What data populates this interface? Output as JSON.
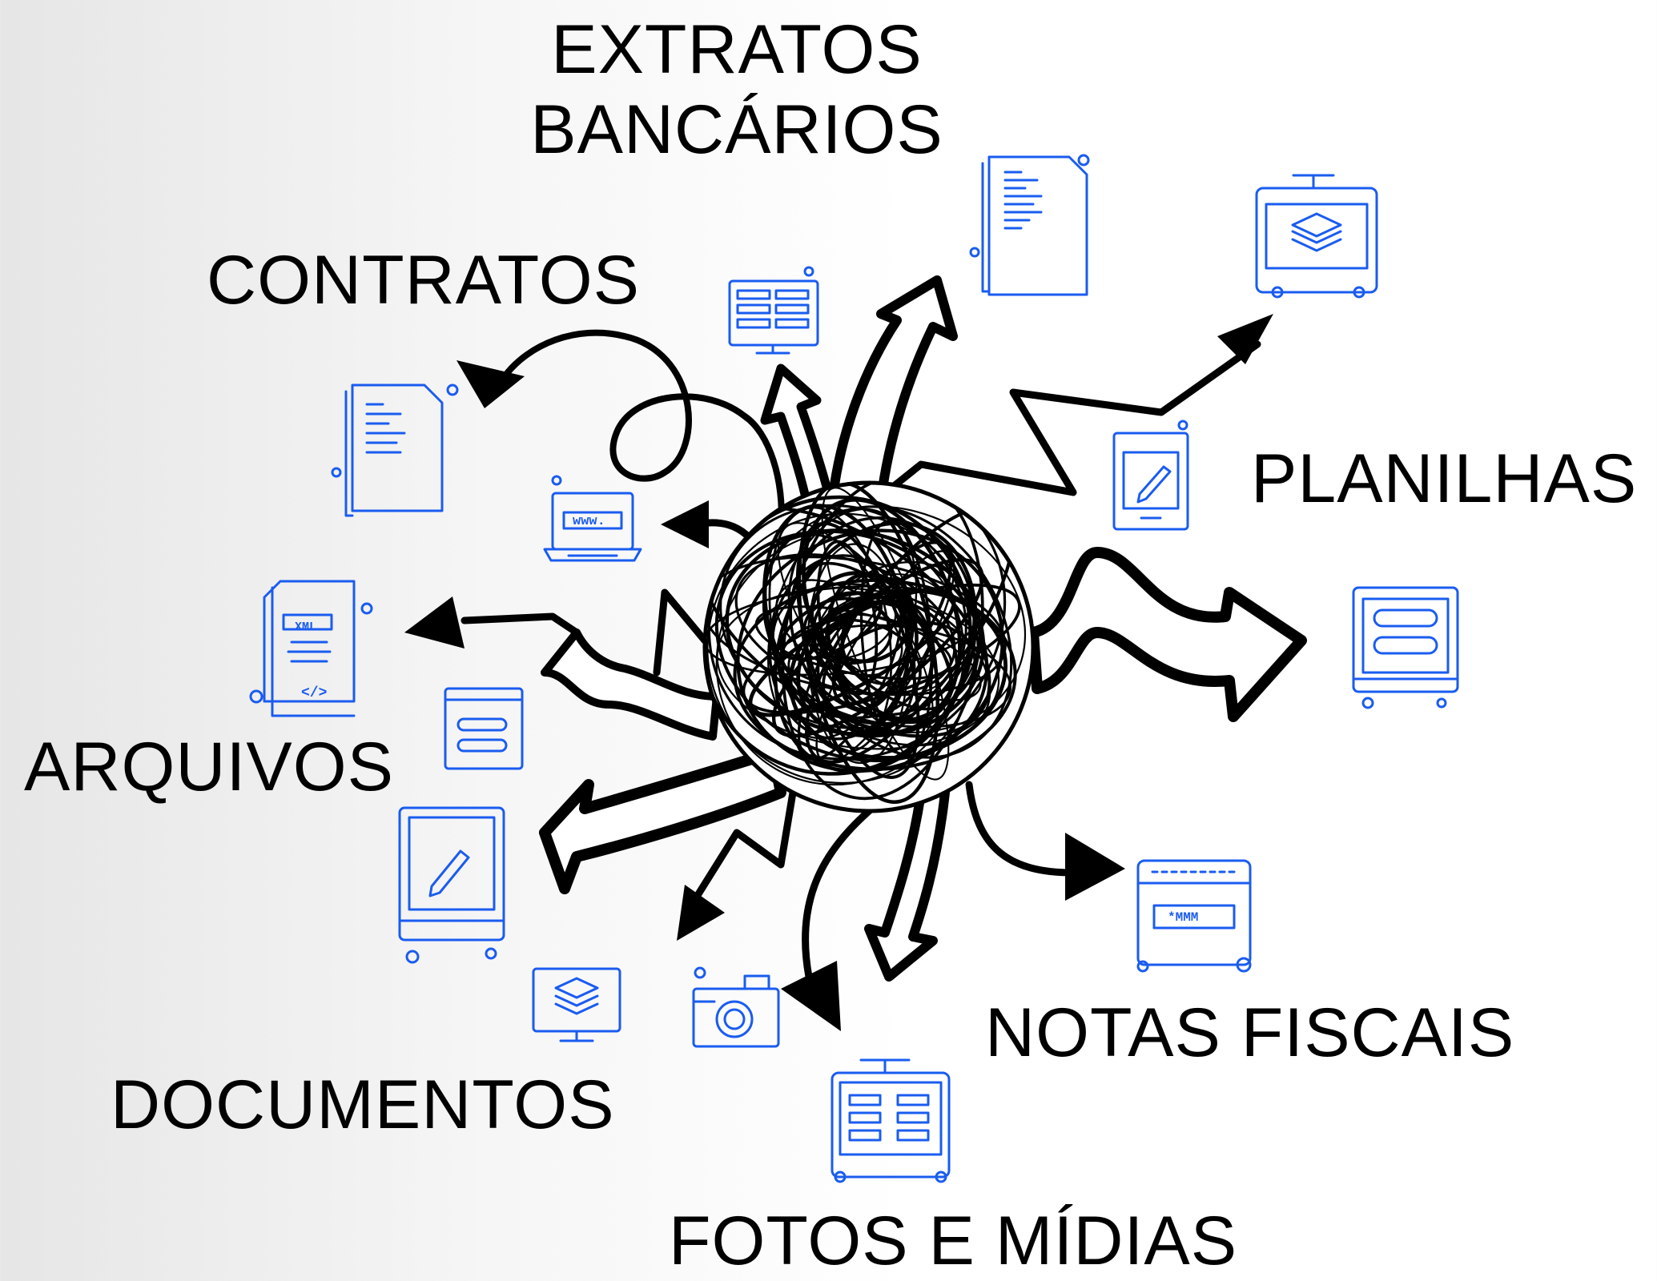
{
  "labels": {
    "extratos_line1": "EXTRATOS",
    "extratos_line2": "BANCÁRIOS",
    "contratos": "CONTRATOS",
    "planilhas": "PLANILHAS",
    "arquivos": "ARQUIVOS",
    "notas_fiscais": "NOTAS FISCAIS",
    "documentos": "DOCUMENTOS",
    "fotos_e_midias": "FOTOS E MÍDIAS"
  },
  "icon_texts": {
    "www": "www.",
    "xml": "XML",
    "code": "</>",
    "mmm": "*MMM"
  },
  "colors": {
    "icon_blue": "#1a5cf0",
    "ink": "#000000",
    "background_left": "#e6e6e6",
    "background_right": "#ffffff"
  }
}
